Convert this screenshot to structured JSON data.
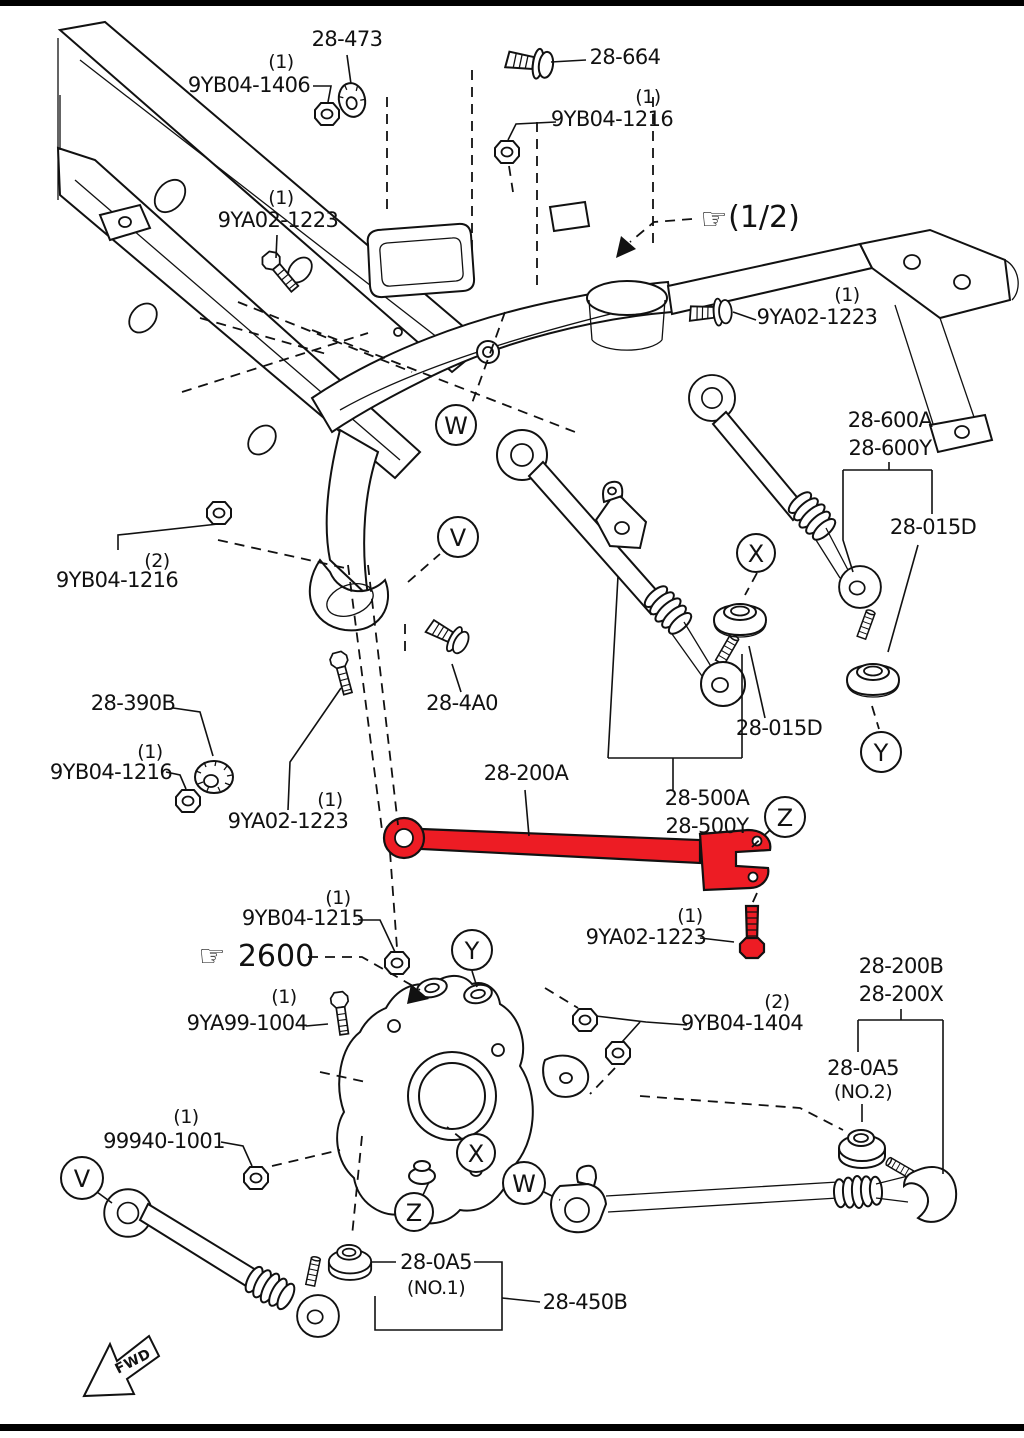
{
  "colors": {
    "accent": "#ed1c24",
    "ink": "#111111",
    "background": "#ffffff"
  },
  "labels": {
    "p28_473": "28-473",
    "p9yb04_1406": "9YB04-1406",
    "p28_664": "28-664",
    "p9yb04_1216": "9YB04-1216",
    "p9ya02_1223": "9YA02-1223",
    "ref_half": "(1/2)",
    "p28_600a": "28-600A",
    "p28_600y": "28-600Y",
    "p28_015d": "28-015D",
    "p28_390b": "28-390B",
    "p28_4a0": "28-4A0",
    "p28_200a": "28-200A",
    "p28_500a": "28-500A",
    "p28_500y": "28-500Y",
    "p9yb04_1215": "9YB04-1215",
    "ref_2600": "2600",
    "p9ya99_1004": "9YA99-1004",
    "p9yb04_1404": "9YB04-1404",
    "p28_200b": "28-200B",
    "p28_200x": "28-200X",
    "p28_0a5": "28-0A5",
    "no1": "(NO.1)",
    "no2": "(NO.2)",
    "p99940_1001": "99940-1001",
    "p28_450b": "28-450B",
    "fwd": "FWD",
    "qty1": "(1)",
    "qty2": "(2)",
    "hand": "☞"
  },
  "callouts": {
    "w": "W",
    "v": "V",
    "x": "X",
    "y": "Y",
    "z": "Z"
  }
}
